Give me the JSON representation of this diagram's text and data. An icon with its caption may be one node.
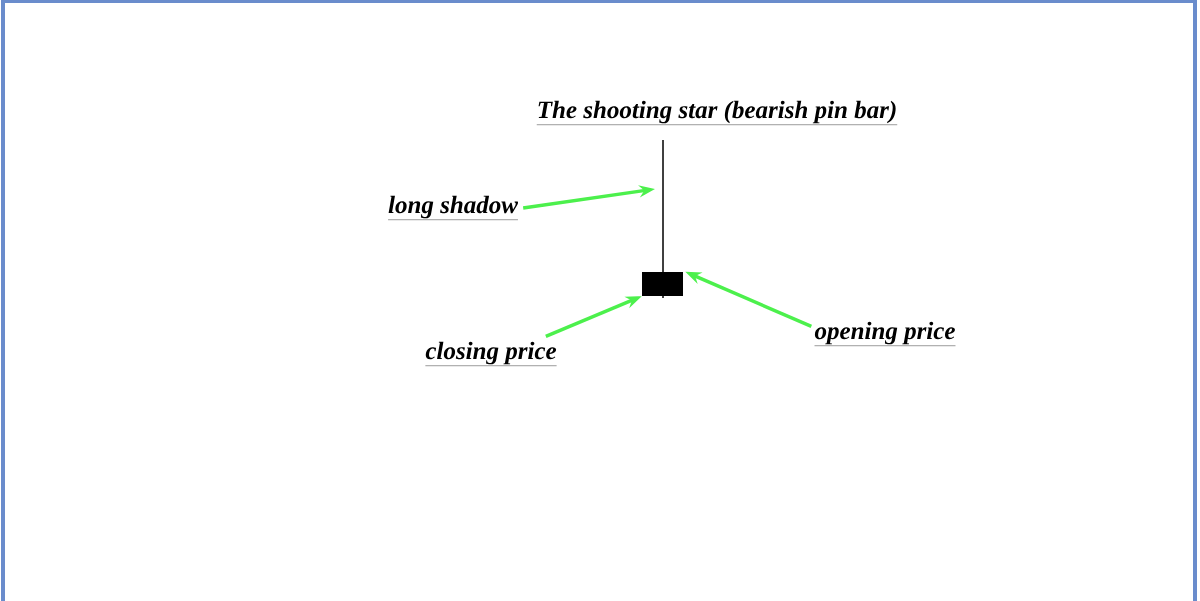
{
  "diagram": {
    "title": "The shooting star (bearish pin bar)",
    "nodes": [
      {
        "text": [],
        "shape": "bar"
      },
      {
        "text": [],
        "shape": "box"
      },
      {
        "text": [
          "long shadow"
        ]
      },
      {
        "text": [
          "closing  price"
        ]
      },
      {
        "text": [
          "opening price"
        ]
      }
    ],
    "edges": [
      {
        "from": 2,
        "to": 0,
        "arrow": "to"
      },
      {
        "from": 3,
        "to": 1,
        "arrow": "to"
      },
      {
        "from": 4,
        "to": 1,
        "arrow": "to"
      }
    ]
  }
}
